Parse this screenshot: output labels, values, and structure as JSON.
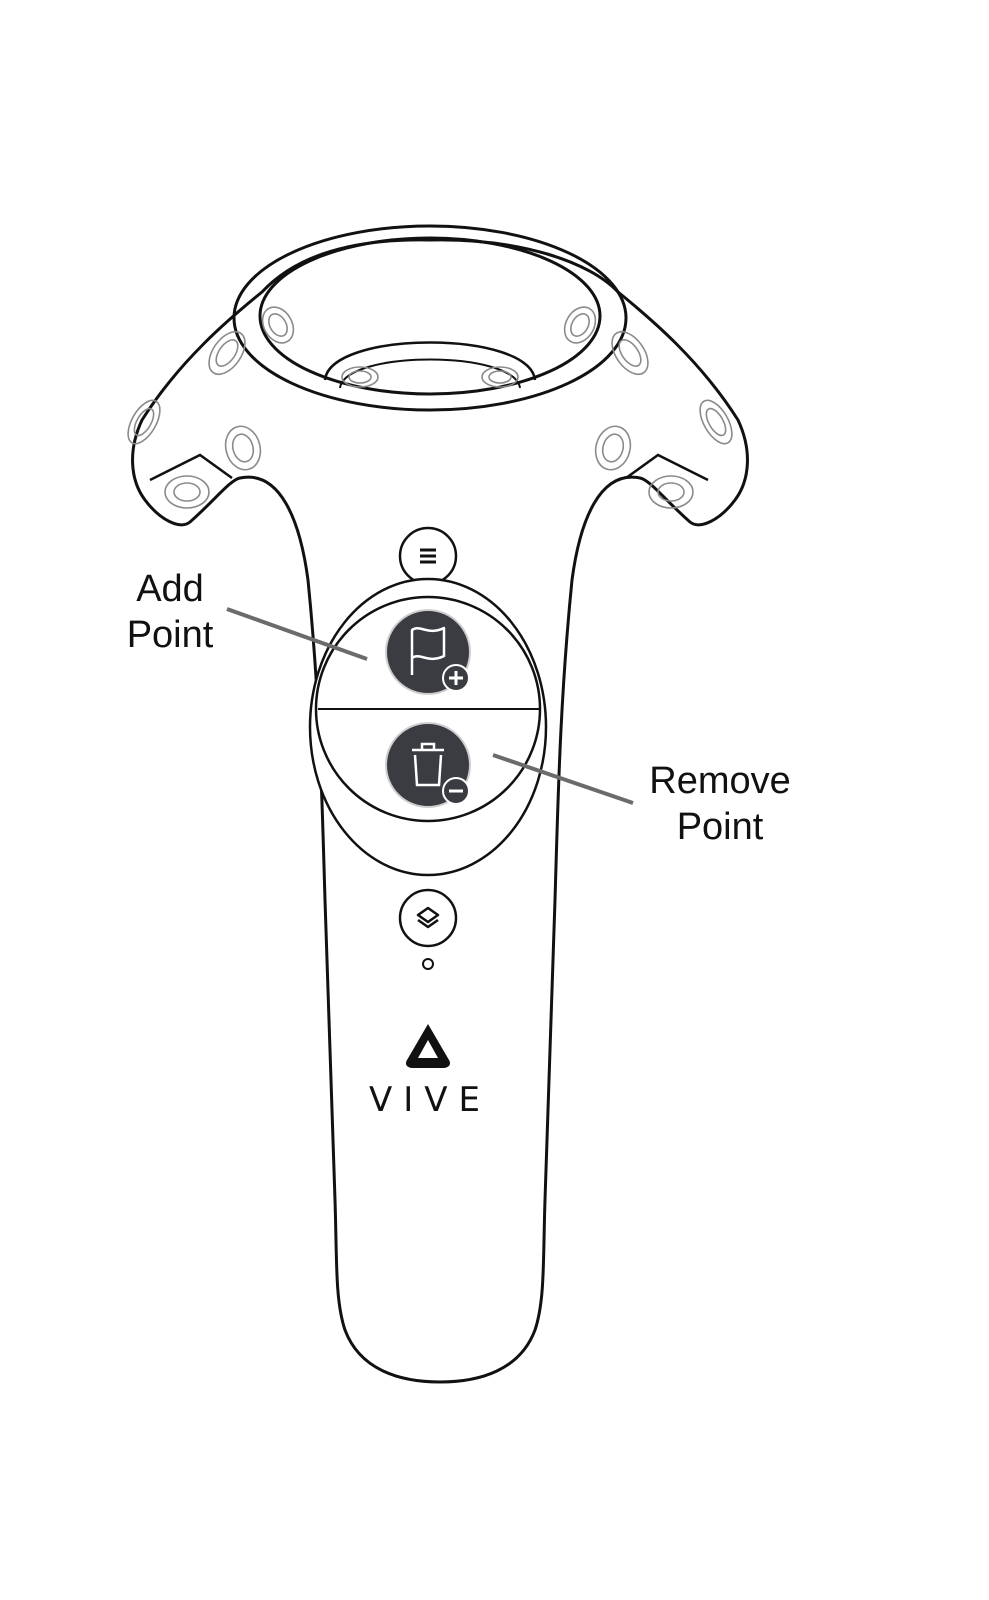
{
  "labels": {
    "add_point": [
      "Add",
      "Point"
    ],
    "remove_point": [
      "Remove",
      "Point"
    ]
  },
  "brand": {
    "wordmark": "VIVE"
  },
  "buttons": {
    "menu_icon": "menu-icon",
    "add_point_icon": "flag-plus-icon",
    "remove_point_icon": "trash-minus-icon",
    "system_icon": "layers-icon"
  },
  "colors": {
    "outline": "#111111",
    "button_fill": "#3a3c42",
    "leader_line": "#6b6b6b",
    "sensor_stroke": "#8a8a8a"
  }
}
